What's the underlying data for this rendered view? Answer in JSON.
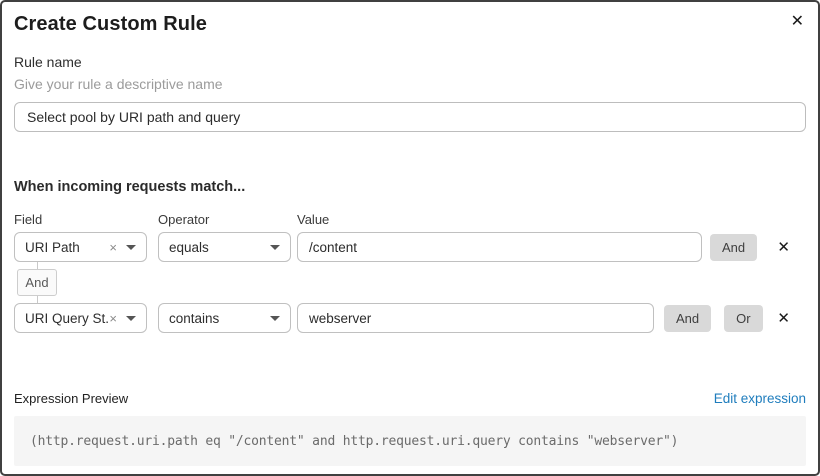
{
  "dialog": {
    "title": "Create Custom Rule"
  },
  "icons": {
    "close": "✕",
    "clear": "×",
    "remove": "✕"
  },
  "rule_name": {
    "label": "Rule name",
    "helper": "Give your rule a descriptive name",
    "value": "Select pool by URI path and query"
  },
  "matcher": {
    "heading": "When incoming requests match...",
    "columns": {
      "field": "Field",
      "operator": "Operator",
      "value": "Value"
    },
    "connector": "And",
    "rows": [
      {
        "field": "URI Path",
        "operator": "equals",
        "value": "/content",
        "buttons": [
          "And"
        ]
      },
      {
        "field": "URI Query St...",
        "operator": "contains",
        "value": "webserver",
        "buttons": [
          "And",
          "Or"
        ]
      }
    ]
  },
  "expression": {
    "label": "Expression Preview",
    "edit_link": "Edit expression",
    "code": "(http.request.uri.path eq \"/content\" and http.request.uri.query contains \"webserver\")"
  },
  "colors": {
    "link": "#1f7dbd",
    "button_bg": "#d9d9d9",
    "code_bg": "#f5f5f5",
    "dialog_border": "#404040"
  }
}
